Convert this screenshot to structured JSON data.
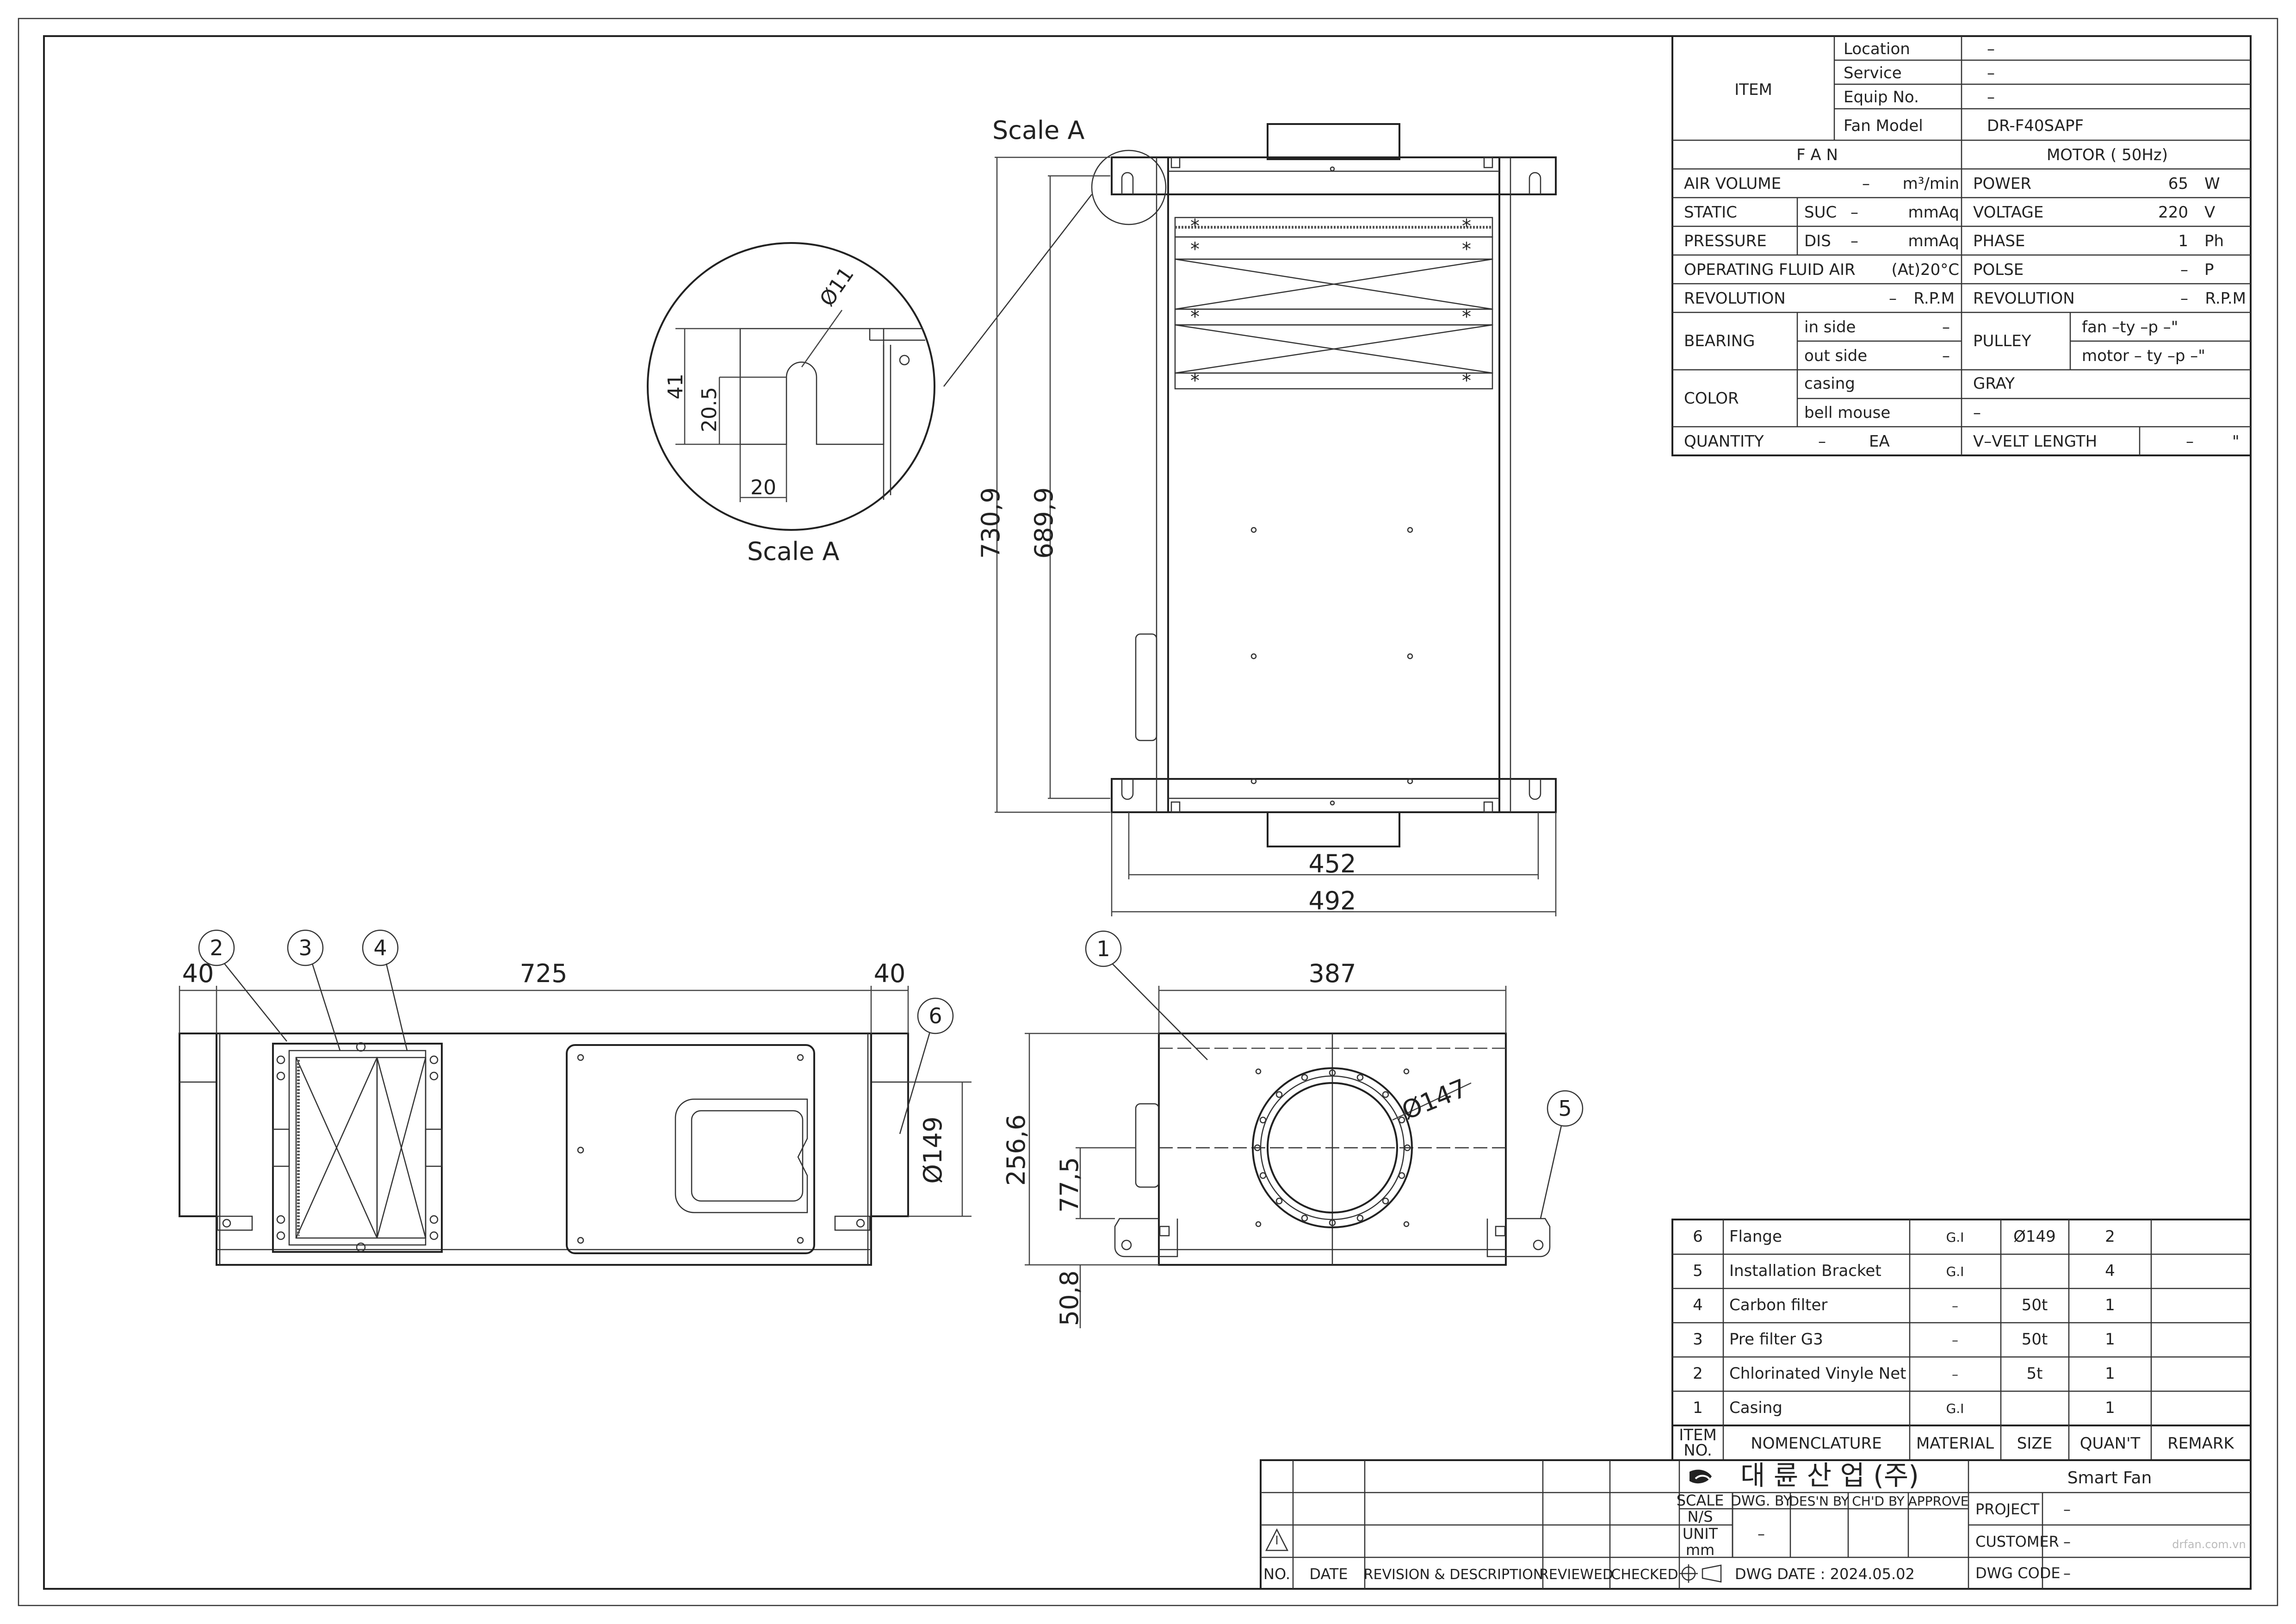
{
  "spec": {
    "item_label": "ITEM",
    "location_label": "Location",
    "location_value": "–",
    "service_label": "Service",
    "service_value": "–",
    "equip_label": "Equip No.",
    "equip_value": "–",
    "model_label": "Fan Model",
    "model_value": "DR-F40SAPF",
    "fan_header": "F A N",
    "motor_header": "MOTOR ( 50Hz)",
    "air_volume_label": "AIR VOLUME",
    "air_volume_value": "–",
    "air_volume_unit": "m³/min",
    "power_label": "POWER",
    "power_value": "65",
    "power_unit": "W",
    "static_label": "STATIC",
    "pressure_label": "PRESSURE",
    "suc_label": "SUC",
    "suc_value": "–",
    "suc_unit": "mmAq",
    "dis_label": "DIS",
    "dis_value": "–",
    "dis_unit": "mmAq",
    "voltage_label": "VOLTAGE",
    "voltage_value": "220",
    "voltage_unit": "V",
    "phase_label": "PHASE",
    "phase_value": "1",
    "phase_unit": "Ph",
    "fluid_label": "OPERATING FLUID AIR",
    "fluid_value": "(At)20°C",
    "polse_label": "POLSE",
    "polse_value": "–",
    "polse_unit": "P",
    "rev_label": "REVOLUTION",
    "rev_value": "–",
    "rev_unit": "R.P.M",
    "mrev_label": "REVOLUTION",
    "mrev_value": "–",
    "mrev_unit": "R.P.M",
    "bearing_label": "BEARING",
    "inside_label": "in side",
    "inside_value": "–",
    "outside_label": "out side",
    "outside_value": "–",
    "pulley_label": "PULLEY",
    "fan_pulley": "fan   –ty –p   –\"",
    "motor_pulley": "motor – ty –p   –\"",
    "color_label": "COLOR",
    "casing_label": "casing",
    "casing_value": "GRAY",
    "bell_label": "bell mouse",
    "bell_value": "–",
    "quantity_label": "QUANTITY",
    "quantity_value": "–",
    "quantity_unit": "EA",
    "vbelt_label": "V–VELT LENGTH",
    "vbelt_value": "–",
    "vbelt_unit": "\""
  },
  "parts": {
    "rows": [
      {
        "no": "6",
        "name": "Flange",
        "material": "G.I",
        "size": "Ø149",
        "qty": "2",
        "remark": ""
      },
      {
        "no": "5",
        "name": "Installation Bracket",
        "material": "G.I",
        "size": "",
        "qty": "4",
        "remark": ""
      },
      {
        "no": "4",
        "name": "Carbon filter",
        "material": "–",
        "size": "50t",
        "qty": "1",
        "remark": ""
      },
      {
        "no": "3",
        "name": "Pre filter G3",
        "material": "–",
        "size": "50t",
        "qty": "1",
        "remark": ""
      },
      {
        "no": "2",
        "name": "Chlorinated Vinyle Net",
        "material": "–",
        "size": "5t",
        "qty": "1",
        "remark": ""
      },
      {
        "no": "1",
        "name": "Casing",
        "material": "G.I",
        "size": "",
        "qty": "1",
        "remark": ""
      }
    ],
    "header_item": "ITEM",
    "header_no": "NO.",
    "header_nomenclature": "NOMENCLATURE",
    "header_material": "MATERIAL",
    "header_size": "SIZE",
    "header_qty": "QUAN'T",
    "header_remark": "REMARK"
  },
  "title_block": {
    "company": "대 륜 산 업 (주)",
    "product": "Smart Fan",
    "scale_label": "SCALE",
    "scale_value": "N/S",
    "unit_label": "UNIT",
    "unit_value": "mm",
    "unit_dash": "–",
    "dwg_by": "DWG. BY",
    "desn_by": "DES'N BY",
    "chkd_by": "CH'D BY",
    "approve": "APPROVE",
    "project_label": "PROJECT",
    "project_value": "–",
    "customer_label": "CUSTOMER",
    "customer_value": "–",
    "dwg_code_label": "DWG CODE",
    "dwg_code_value": "–",
    "dwg_date": "DWG DATE : 2024.05.02",
    "rev_no": "NO.",
    "rev_date": "DATE",
    "rev_desc": "REVISION & DESCRIPTION",
    "rev_reviewed": "REVIEWED",
    "rev_checked": "CHECKED",
    "watermark": "drfan.com.vn"
  },
  "views": {
    "scale_a": "Scale A",
    "d_11": "Ø11",
    "d_41": "41",
    "d_20_5": "20.5",
    "d_20": "20",
    "d_730": "730,9",
    "d_689": "689,9",
    "d_452": "452",
    "d_492": "492",
    "d_40a": "40",
    "d_725": "725",
    "d_40b": "40",
    "d_149": "Ø149",
    "d_387": "387",
    "d_256": "256,6",
    "d_77": "77,5",
    "d_50": "50,8",
    "d_147": "Ø147",
    "b1": "1",
    "b2": "2",
    "b3": "3",
    "b4": "4",
    "b5": "5",
    "b6": "6"
  }
}
